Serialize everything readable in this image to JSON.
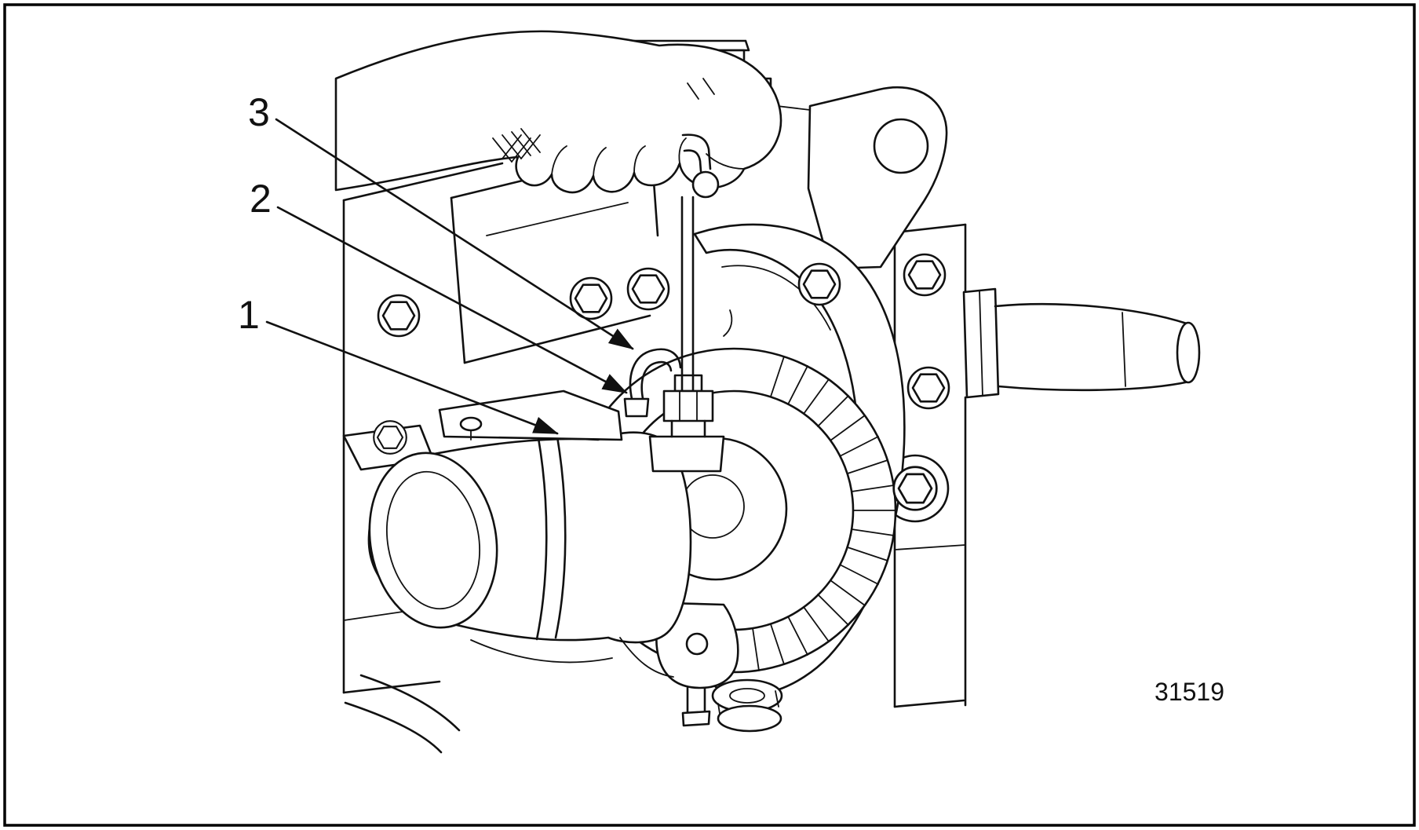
{
  "figure": {
    "callouts": [
      {
        "label": "3"
      },
      {
        "label": "2"
      },
      {
        "label": "1"
      }
    ],
    "figure_number": "31519"
  },
  "colors": {
    "line": "#111111",
    "background": "#ffffff",
    "border": "#000000"
  }
}
